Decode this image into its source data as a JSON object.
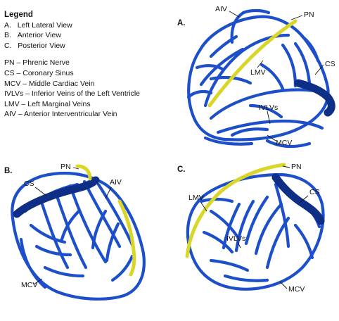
{
  "legend": {
    "title": "Legend",
    "views": [
      {
        "key": "A.",
        "text": "Left Lateral View"
      },
      {
        "key": "B.",
        "text": "Anterior View"
      },
      {
        "key": "C.",
        "text": "Posterior View"
      }
    ],
    "abbreviations": [
      "PN – Phrenic Nerve",
      "CS – Coronary Sinus",
      "MCV – Middle Cardiac Vein",
      "IVLVs – Inferior Veins of the Left Ventricle",
      "LMV – Left Marginal Veins",
      "AIV – Anterior Interventricular Vein"
    ]
  },
  "panels": {
    "a": {
      "letter": "A.",
      "labels": {
        "aiv": "AIV",
        "pn": "PN",
        "cs": "CS",
        "lmv": "LMV",
        "ivlvs": "IVLVs",
        "mcv": "MCV"
      }
    },
    "b": {
      "letter": "B.",
      "labels": {
        "pn": "PN",
        "cs": "CS",
        "aiv": "AIV",
        "mcv": "MCV"
      }
    },
    "c": {
      "letter": "C.",
      "labels": {
        "pn": "PN",
        "lmv": "LMV",
        "cs": "CS",
        "ivlvs": "IVLVs",
        "mcv": "MCV"
      }
    }
  },
  "colors": {
    "vein": "#1c4fc9",
    "vein_dark": "#0f2f86",
    "nerve": "#d9d62a"
  }
}
